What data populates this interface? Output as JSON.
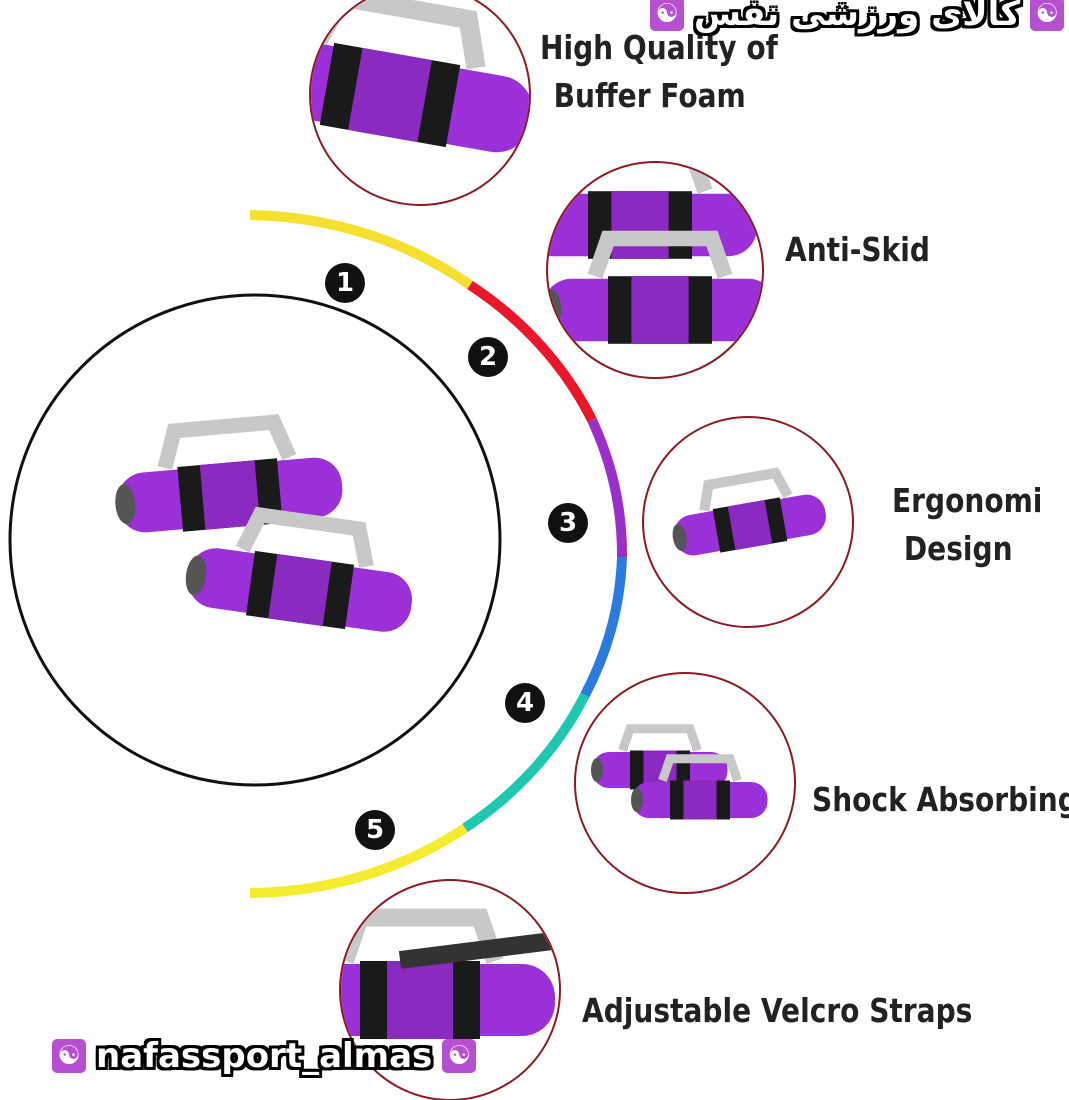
{
  "header_watermark": {
    "text": "کالای ورزشی نفس",
    "icon": "yin-yang-icon"
  },
  "footer_watermark": {
    "text": "nafassport_almas",
    "icon": "yin-yang-icon"
  },
  "features": [
    {
      "number": "1",
      "label_line1": "High Quality of",
      "label_line2": "Buffer Foam"
    },
    {
      "number": "2",
      "label_line1": "Anti-Skid",
      "label_line2": ""
    },
    {
      "number": "3",
      "label_line1": "Ergonomi",
      "label_line2": "Design"
    },
    {
      "number": "4",
      "label_line1": "Shock Absorbing",
      "label_line2": ""
    },
    {
      "number": "5",
      "label_line1": "Adjustable Velcro Straps",
      "label_line2": ""
    }
  ],
  "colors": {
    "foam": "#9b30d9",
    "grip": "#1a1a1a",
    "strap": "#c8c8c8",
    "circle_border": "#8b1a24",
    "arc": [
      "#f5e030",
      "#e8182a",
      "#9b2fc9",
      "#2a7be0",
      "#1ec8b0",
      "#f5ec30"
    ]
  }
}
